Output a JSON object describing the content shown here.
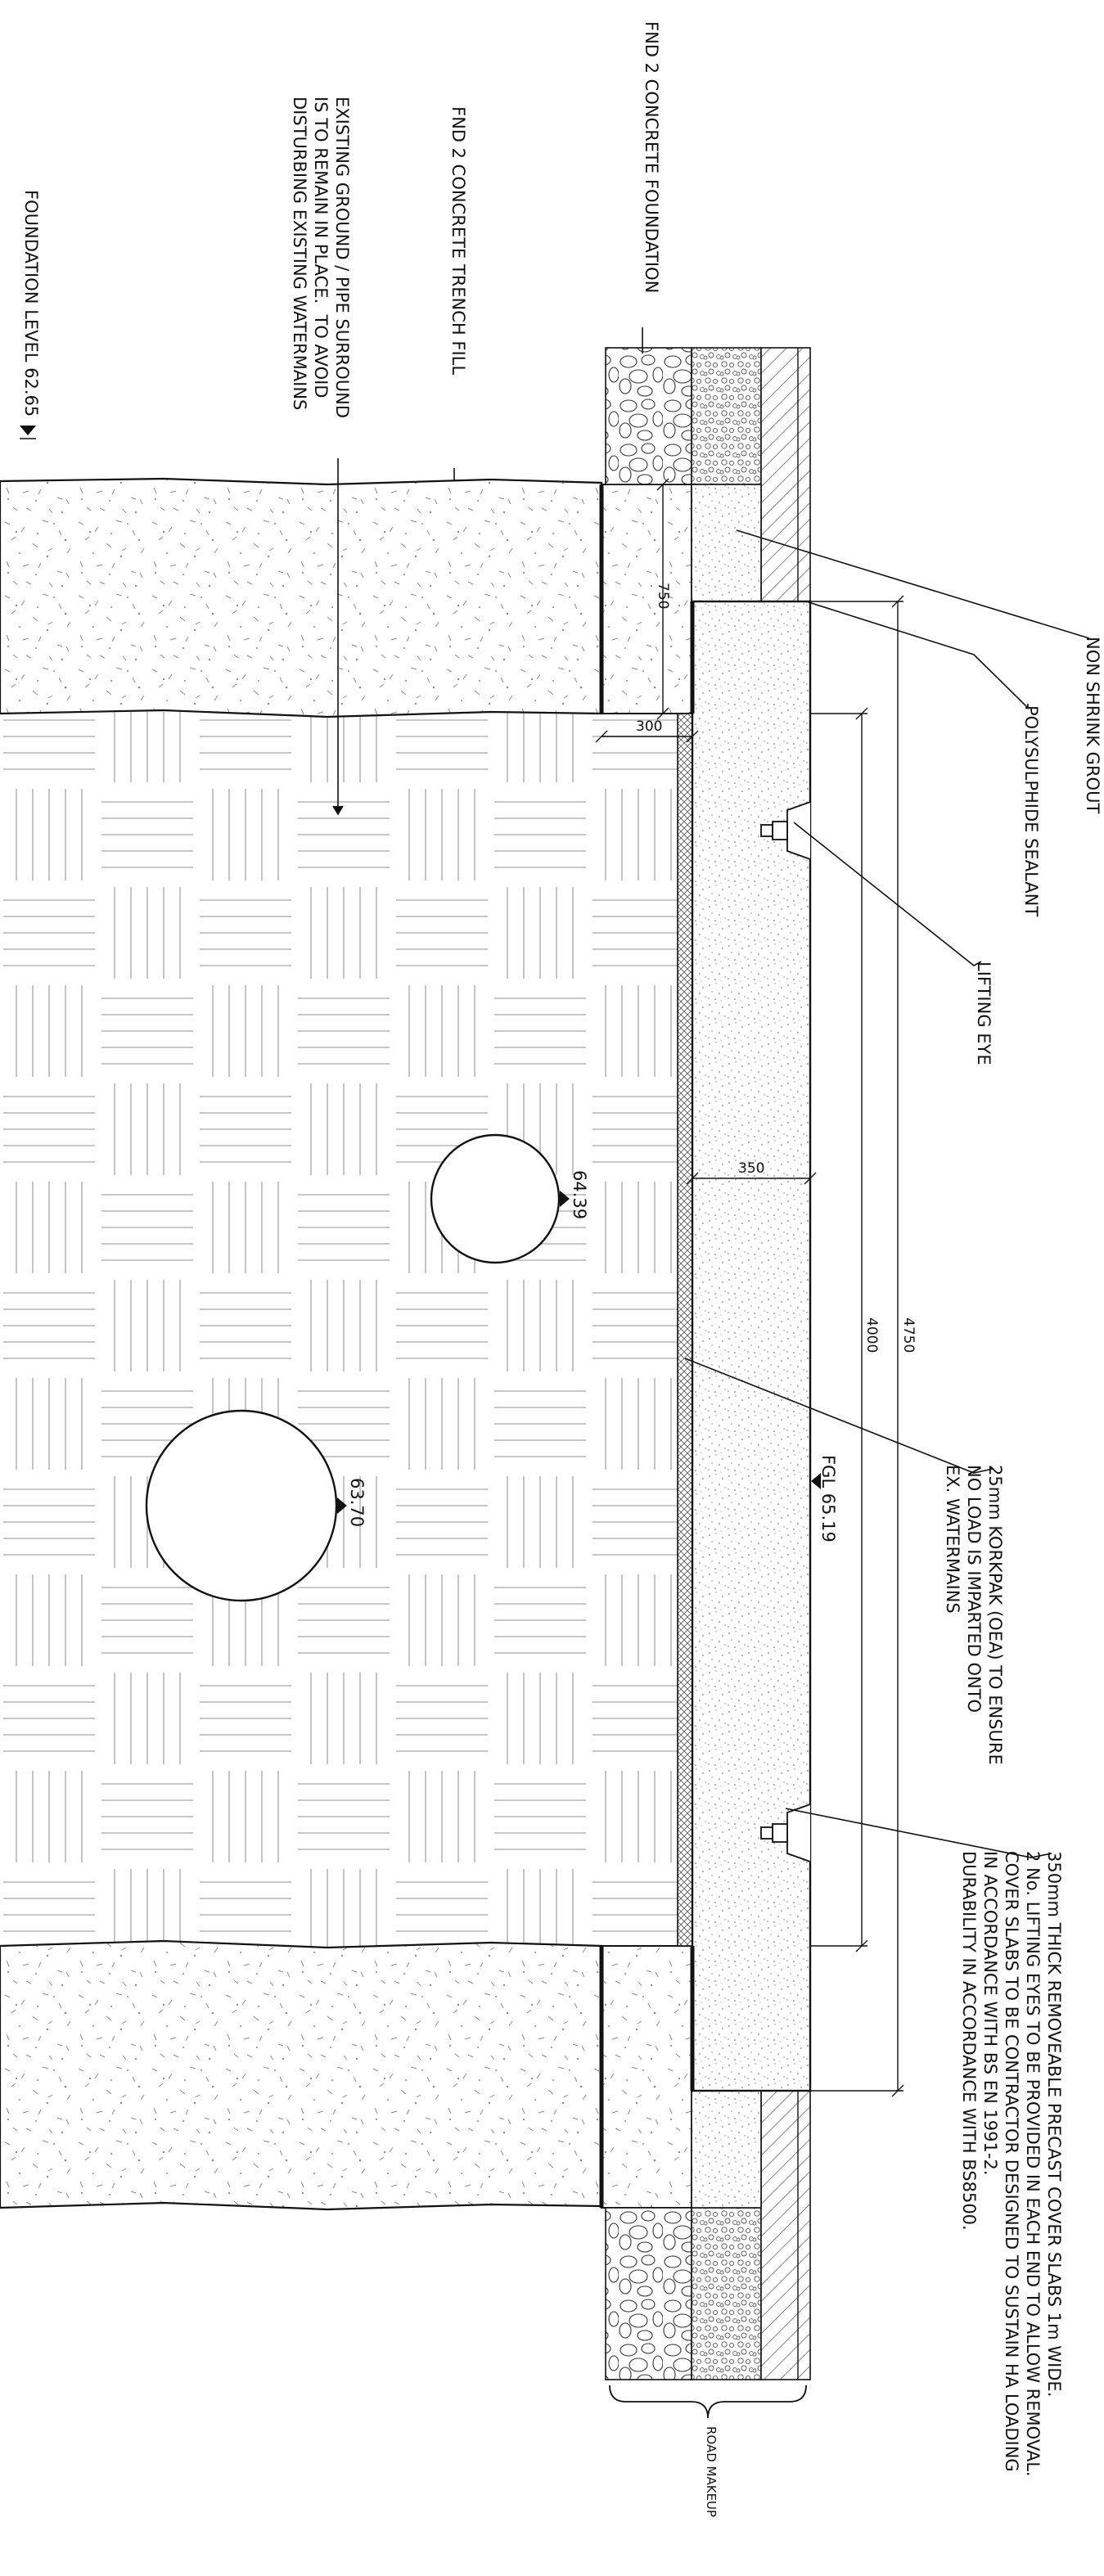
{
  "labels": {
    "fnd2_foundation": "FND 2 CONCRETE FOUNDATION",
    "fnd2_trench_fill": "FND 2 CONCRETE TRENCH FILL",
    "existing_ground": [
      "EXISTING GROUND / PIPE SURROUND",
      "IS TO REMAIN IN PLACE.  TO AVOID",
      "DISTURBING EXISTING WATERMAINS"
    ],
    "foundation_level": "FOUNDATION LEVEL 62.65",
    "non_shrink_grout": "NON SHRINK GROUT",
    "polysulphide_sealant": "POLYSULPHIDE SEALANT",
    "lifting_eye": "LIFTING EYE",
    "korkpak": [
      "25mm KORKPAK (OEA) TO ENSURE",
      "NO LOAD IS IMPARTED ONTO",
      "EX. WATERMAINS"
    ],
    "cover_slab_notes": [
      "350mm THICK REMOVEABLE PRECAST COVER SLABS 1m WIDE.",
      "2 No. LIFTING EYES TO BE PROVIDED IN EACH END TO ALLOW REMOVAL.",
      "COVER SLABS TO BE CONTRACTOR DESIGNED TO SUSTAIN HA LOADING",
      "IN ACCORDANCE WITH BS EN 1991-2.",
      "DURABILITY IN ACCORDANCE WITH BS8500."
    ],
    "road_makeup": "ROAD MAKEUP",
    "fgl": "FGL 65.19"
  },
  "dimensions": {
    "d750": "750",
    "d300": "300",
    "d350": "350",
    "d4000": "4000",
    "d4750": "4750"
  },
  "pipe_levels": {
    "small_pipe": "64.39",
    "large_pipe": "63.70"
  },
  "colors": {
    "line": "#111111",
    "hatch": "#9a9a9a",
    "speckle": "#7a7a7a"
  }
}
